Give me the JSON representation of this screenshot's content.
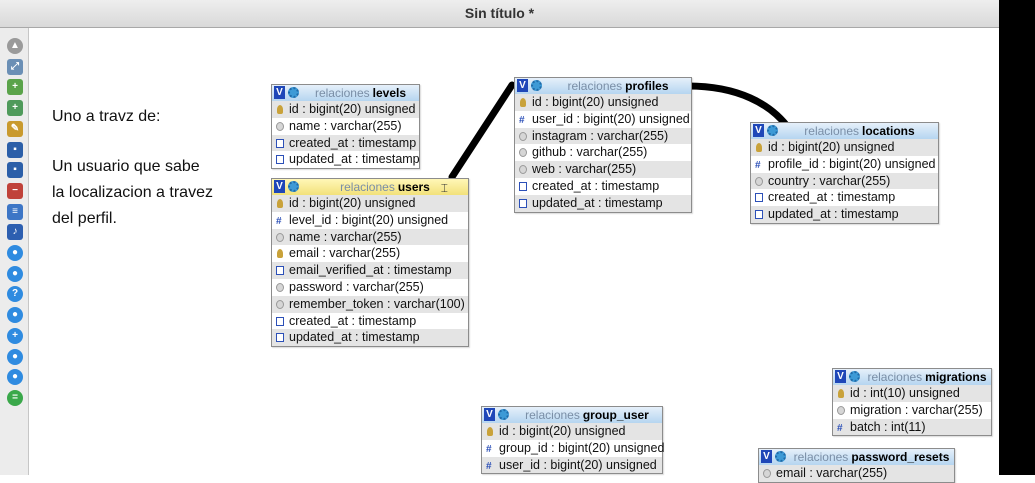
{
  "window": {
    "title": "Sin título *"
  },
  "toolbar": {
    "tools": [
      {
        "name": "collapse-icon",
        "color": "#9a9a9a",
        "round": true,
        "glyph": "▲"
      },
      {
        "name": "fit-icon",
        "color": "#6b8fb5",
        "round": false,
        "glyph": "⤢"
      },
      {
        "name": "add-table-icon",
        "color": "#5aa34a",
        "round": false,
        "glyph": "+"
      },
      {
        "name": "new-page-icon",
        "color": "#4f9a5b",
        "round": false,
        "glyph": "+"
      },
      {
        "name": "edit-icon",
        "color": "#c99a2e",
        "round": false,
        "glyph": "✎"
      },
      {
        "name": "save-icon",
        "color": "#2c5fa8",
        "round": false,
        "glyph": "▪"
      },
      {
        "name": "save-as-icon",
        "color": "#2c5fa8",
        "round": false,
        "glyph": "▪"
      },
      {
        "name": "delete-page-icon",
        "color": "#c0423a",
        "round": false,
        "glyph": "−"
      },
      {
        "name": "list-icon",
        "color": "#3d76c6",
        "round": false,
        "glyph": "≡"
      },
      {
        "name": "chart-icon",
        "color": "#2d5fb0",
        "round": false,
        "glyph": "♪"
      },
      {
        "name": "nav-circle-icon-1",
        "color": "#2f8be0",
        "round": true,
        "glyph": "●"
      },
      {
        "name": "nav-circle-icon-2",
        "color": "#2f8be0",
        "round": true,
        "glyph": "●"
      },
      {
        "name": "help-icon",
        "color": "#2f8be0",
        "round": true,
        "glyph": "?"
      },
      {
        "name": "nav-circle-icon-3",
        "color": "#2f8be0",
        "round": true,
        "glyph": "●"
      },
      {
        "name": "nav-circle-icon-4",
        "color": "#2f8be0",
        "round": true,
        "glyph": "+"
      },
      {
        "name": "nav-circle-icon-5",
        "color": "#2f8be0",
        "round": true,
        "glyph": "●"
      },
      {
        "name": "nav-circle-icon-6",
        "color": "#2f8be0",
        "round": true,
        "glyph": "●"
      },
      {
        "name": "nav-circle-icon-7",
        "color": "#3aa84a",
        "round": true,
        "glyph": "="
      }
    ]
  },
  "note": {
    "line1": "Uno a travz de:",
    "line2": "Un usuario que sabe",
    "line3": "la localizacion a travez",
    "line4": "del perfil."
  },
  "tables": [
    {
      "db": "relaciones",
      "name": "levels",
      "highlight": false,
      "columns": [
        {
          "text": "id : bigint(20) unsigned",
          "icon": "key"
        },
        {
          "text": "name : varchar(255)",
          "icon": "text"
        },
        {
          "text": "created_at : timestamp",
          "icon": "date"
        },
        {
          "text": "updated_at : timestamp",
          "icon": "date"
        }
      ]
    },
    {
      "db": "relaciones",
      "name": "users",
      "highlight": true,
      "columns": [
        {
          "text": "id : bigint(20) unsigned",
          "icon": "key"
        },
        {
          "text": "level_id : bigint(20) unsigned",
          "icon": "hash"
        },
        {
          "text": "name : varchar(255)",
          "icon": "text"
        },
        {
          "text": "email : varchar(255)",
          "icon": "key"
        },
        {
          "text": "email_verified_at : timestamp",
          "icon": "date"
        },
        {
          "text": "password : varchar(255)",
          "icon": "text"
        },
        {
          "text": "remember_token : varchar(100)",
          "icon": "text"
        },
        {
          "text": "created_at : timestamp",
          "icon": "date"
        },
        {
          "text": "updated_at : timestamp",
          "icon": "date"
        }
      ]
    },
    {
      "db": "relaciones",
      "name": "profiles",
      "highlight": false,
      "columns": [
        {
          "text": "id : bigint(20) unsigned",
          "icon": "key"
        },
        {
          "text": "user_id : bigint(20) unsigned",
          "icon": "hash"
        },
        {
          "text": "instagram : varchar(255)",
          "icon": "text"
        },
        {
          "text": "github : varchar(255)",
          "icon": "text"
        },
        {
          "text": "web : varchar(255)",
          "icon": "text"
        },
        {
          "text": "created_at : timestamp",
          "icon": "date"
        },
        {
          "text": "updated_at : timestamp",
          "icon": "date"
        }
      ]
    },
    {
      "db": "relaciones",
      "name": "locations",
      "highlight": false,
      "columns": [
        {
          "text": "id : bigint(20) unsigned",
          "icon": "key"
        },
        {
          "text": "profile_id : bigint(20) unsigned",
          "icon": "hash"
        },
        {
          "text": "country : varchar(255)",
          "icon": "text"
        },
        {
          "text": "created_at : timestamp",
          "icon": "date"
        },
        {
          "text": "updated_at : timestamp",
          "icon": "date"
        }
      ]
    },
    {
      "db": "relaciones",
      "name": "migrations",
      "highlight": false,
      "columns": [
        {
          "text": "id : int(10) unsigned",
          "icon": "key"
        },
        {
          "text": "migration : varchar(255)",
          "icon": "text"
        },
        {
          "text": "batch : int(11)",
          "icon": "hash"
        }
      ]
    },
    {
      "db": "relaciones",
      "name": "group_user",
      "highlight": false,
      "columns": [
        {
          "text": "id : bigint(20) unsigned",
          "icon": "key"
        },
        {
          "text": "group_id : bigint(20) unsigned",
          "icon": "hash"
        },
        {
          "text": "user_id : bigint(20) unsigned",
          "icon": "hash"
        }
      ]
    },
    {
      "db": "relaciones",
      "name": "password_resets",
      "highlight": false,
      "columns": [
        {
          "text": "email : varchar(255)",
          "icon": "text"
        }
      ]
    }
  ]
}
